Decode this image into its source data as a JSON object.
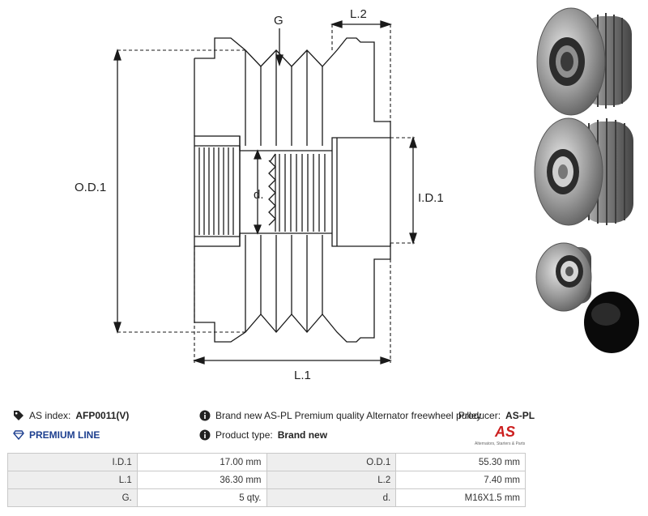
{
  "drawing": {
    "label_g": "G",
    "label_l2": "L.2",
    "label_od1": "O.D.1",
    "label_id1": "I.D.1",
    "label_d": "d.",
    "label_l1": "L.1"
  },
  "info": {
    "as_index_label": "AS index:",
    "as_index_value": "AFP0011(V)",
    "premium_line": "PREMIUM LINE",
    "description": "Brand new AS-PL Premium quality Alternator freewheel pulley",
    "product_type_label": "Product type:",
    "product_type_value": "Brand new",
    "producer_label": "Producer:",
    "producer_value": "AS-PL"
  },
  "logo": {
    "mark": "AS",
    "tagline": "Alternators, Starters & Parts"
  },
  "specs": [
    [
      {
        "k": "I.D.1",
        "v": "17.00 mm"
      },
      {
        "k": "O.D.1",
        "v": "55.30 mm"
      }
    ],
    [
      {
        "k": "L.1",
        "v": "36.30 mm"
      },
      {
        "k": "L.2",
        "v": "7.40 mm"
      }
    ],
    [
      {
        "k": "G.",
        "v": "5 qty."
      },
      {
        "k": "d.",
        "v": "M16X1.5 mm"
      }
    ]
  ],
  "icons": {
    "tag": "tag-icon",
    "diamond": "diamond-icon",
    "info": "info-icon"
  }
}
